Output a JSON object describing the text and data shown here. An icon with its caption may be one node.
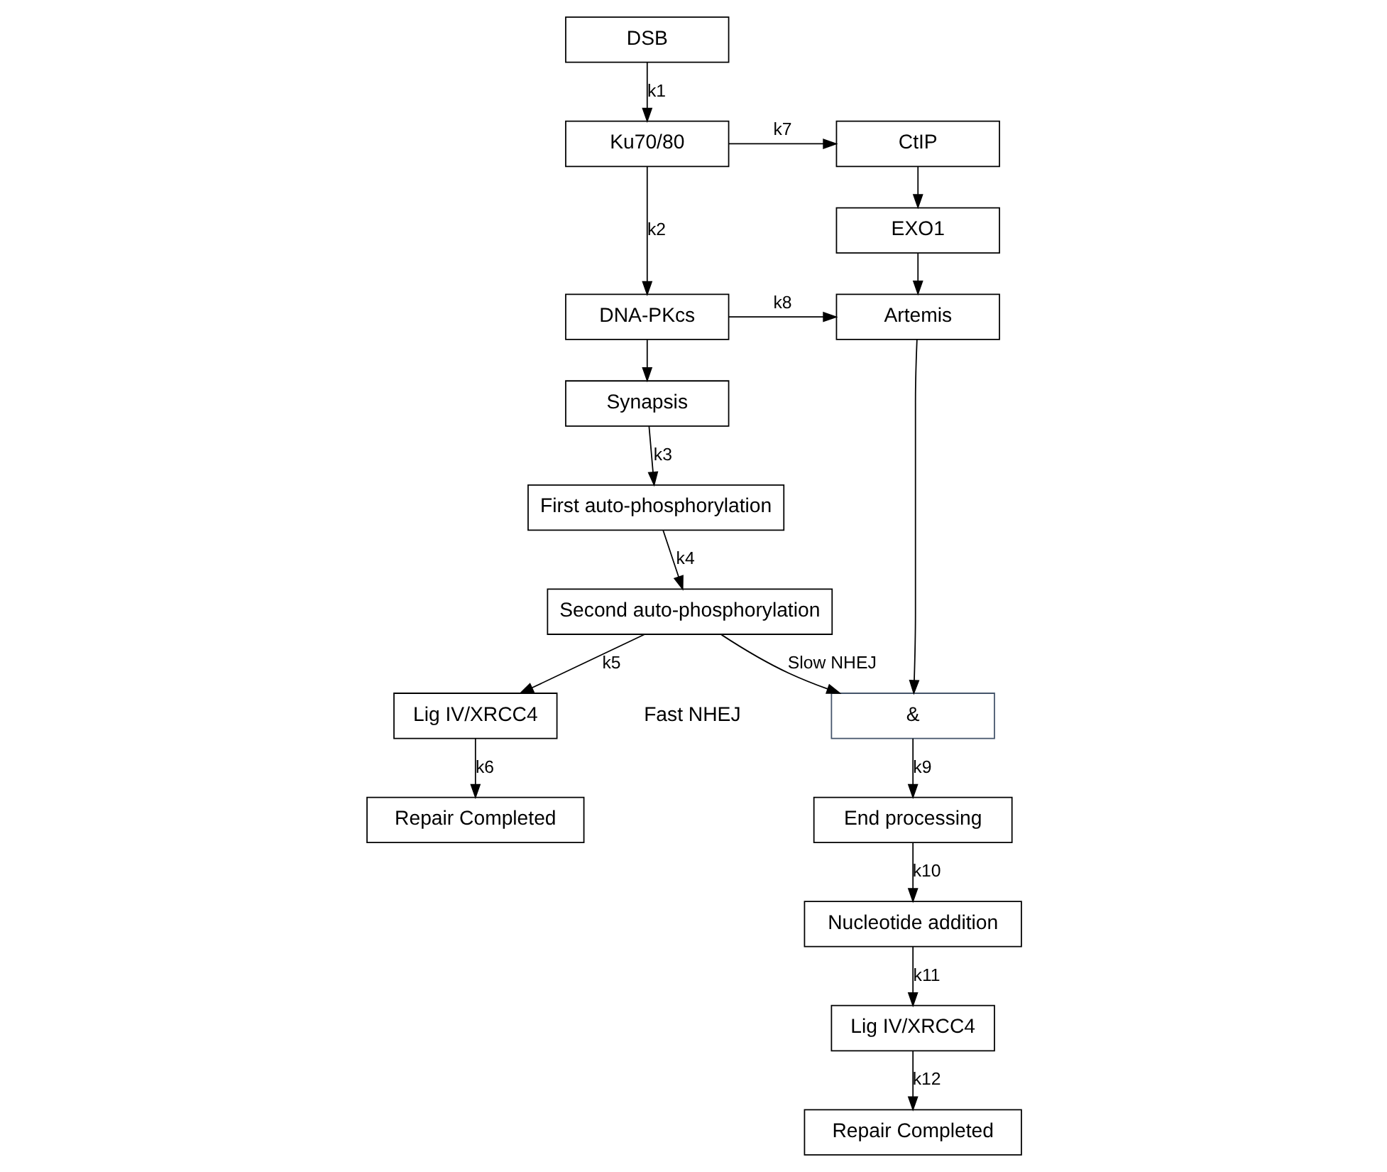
{
  "diagram": {
    "nodes": [
      {
        "text": [
          "DSB"
        ]
      },
      {
        "text": [
          "Ku70/80"
        ]
      },
      {
        "text": [
          "DNA-PKcs"
        ]
      },
      {
        "text": [
          "Synapsis"
        ]
      },
      {
        "text": [
          "First auto-phosphorylation"
        ]
      },
      {
        "text": [
          "Second auto-phosphorylation"
        ]
      },
      {
        "text": [
          "Lig IV/XRCC4"
        ]
      },
      {
        "text": [
          "Repair Completed"
        ]
      },
      {
        "text": [
          "CtIP"
        ]
      },
      {
        "text": [
          "EXO1"
        ]
      },
      {
        "text": [
          "Artemis"
        ]
      },
      {
        "text": [
          "&"
        ]
      },
      {
        "text": [
          "End processing"
        ]
      },
      {
        "text": [
          "Nucleotide addition"
        ]
      },
      {
        "text": [
          "Lig IV/XRCC4"
        ]
      },
      {
        "text": [
          "Repair Completed"
        ]
      }
    ],
    "edges": [
      {
        "from": 0,
        "to": 1,
        "arrow": "to",
        "label": "k1"
      },
      {
        "from": 1,
        "to": 2,
        "arrow": "to",
        "label": "k2"
      },
      {
        "from": 1,
        "to": 8,
        "arrow": "to",
        "label": "k7"
      },
      {
        "from": 2,
        "to": 10,
        "arrow": "to",
        "label": "k8"
      },
      {
        "from": 2,
        "to": 3,
        "arrow": "to"
      },
      {
        "from": 3,
        "to": 4,
        "arrow": "to",
        "label": "k3"
      },
      {
        "from": 4,
        "to": 5,
        "arrow": "to",
        "label": "k4"
      },
      {
        "from": 5,
        "to": 11,
        "arrow": "to",
        "label": "Slow NHEJ"
      },
      {
        "from": 5,
        "to": 6,
        "arrow": "to",
        "label": "k5"
      },
      {
        "from": 6,
        "to": 7,
        "arrow": "to",
        "label": "k6"
      },
      {
        "from": 8,
        "to": 9,
        "arrow": "to"
      },
      {
        "from": 9,
        "to": 10,
        "arrow": "to"
      },
      {
        "from": 10,
        "to": 11,
        "arrow": "to"
      },
      {
        "from": 11,
        "to": 12,
        "arrow": "to",
        "label": "k9"
      },
      {
        "from": 12,
        "to": 13,
        "arrow": "to",
        "label": "k10"
      },
      {
        "from": 13,
        "to": 14,
        "arrow": "to",
        "label": "k11"
      },
      {
        "from": 14,
        "to": 15,
        "arrow": "to",
        "label": "k12"
      }
    ],
    "labels": [
      "Fast NHEJ"
    ]
  }
}
